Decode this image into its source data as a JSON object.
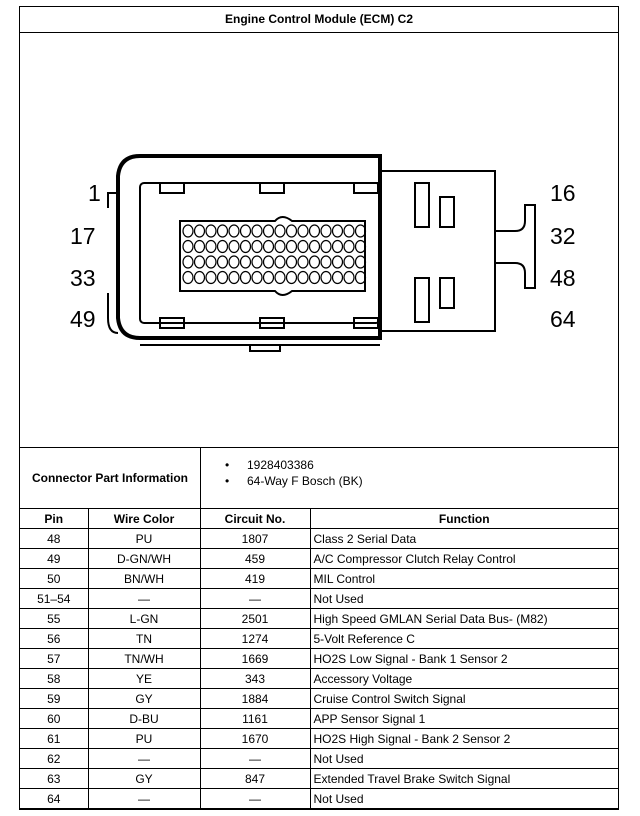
{
  "title": "Engine Control Module (ECM) C2",
  "diagram": {
    "left_labels": [
      "1",
      "17",
      "33",
      "49"
    ],
    "right_labels": [
      "16",
      "32",
      "48",
      "64"
    ]
  },
  "connector_info": {
    "label": "Connector Part Information",
    "items": [
      "1928403386",
      "64-Way F Bosch (BK)"
    ]
  },
  "table": {
    "headers": [
      "Pin",
      "Wire Color",
      "Circuit No.",
      "Function"
    ],
    "rows": [
      [
        "48",
        "PU",
        "1807",
        "Class 2 Serial Data"
      ],
      [
        "49",
        "D-GN/WH",
        "459",
        "A/C Compressor Clutch Relay Control"
      ],
      [
        "50",
        "BN/WH",
        "419",
        "MIL Control"
      ],
      [
        "51–54",
        "—",
        "—",
        "Not Used"
      ],
      [
        "55",
        "L-GN",
        "2501",
        "High Speed GMLAN Serial Data Bus- (M82)"
      ],
      [
        "56",
        "TN",
        "1274",
        "5-Volt Reference C"
      ],
      [
        "57",
        "TN/WH",
        "1669",
        "HO2S Low Signal - Bank 1 Sensor 2"
      ],
      [
        "58",
        "YE",
        "343",
        "Accessory Voltage"
      ],
      [
        "59",
        "GY",
        "1884",
        "Cruise Control Switch Signal"
      ],
      [
        "60",
        "D-BU",
        "1161",
        "APP Sensor Signal 1"
      ],
      [
        "61",
        "PU",
        "1670",
        "HO2S High Signal - Bank 2 Sensor 2"
      ],
      [
        "62",
        "—",
        "—",
        "Not Used"
      ],
      [
        "63",
        "GY",
        "847",
        "Extended Travel Brake Switch Signal"
      ],
      [
        "64",
        "—",
        "—",
        "Not Used"
      ]
    ]
  }
}
